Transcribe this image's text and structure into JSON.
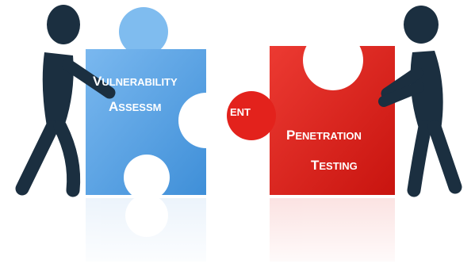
{
  "blue_piece": {
    "line1_initial": "V",
    "line1_rest": "ULNERABILITY",
    "line2_initial": "A",
    "line2_rest": "SSESSM"
  },
  "red_piece": {
    "tab_text": "ENT",
    "line1_initial": "P",
    "line1_rest": "ENETRATION",
    "line2_initial": "T",
    "line2_rest": "ESTING"
  },
  "colors": {
    "blue_piece": "#4f9fe3",
    "blue_tab": "#7fbcef",
    "red_piece": "#e3221c",
    "figure": "#1b2f40"
  },
  "icons": [
    "person-figure-left-icon",
    "person-figure-right-icon"
  ]
}
